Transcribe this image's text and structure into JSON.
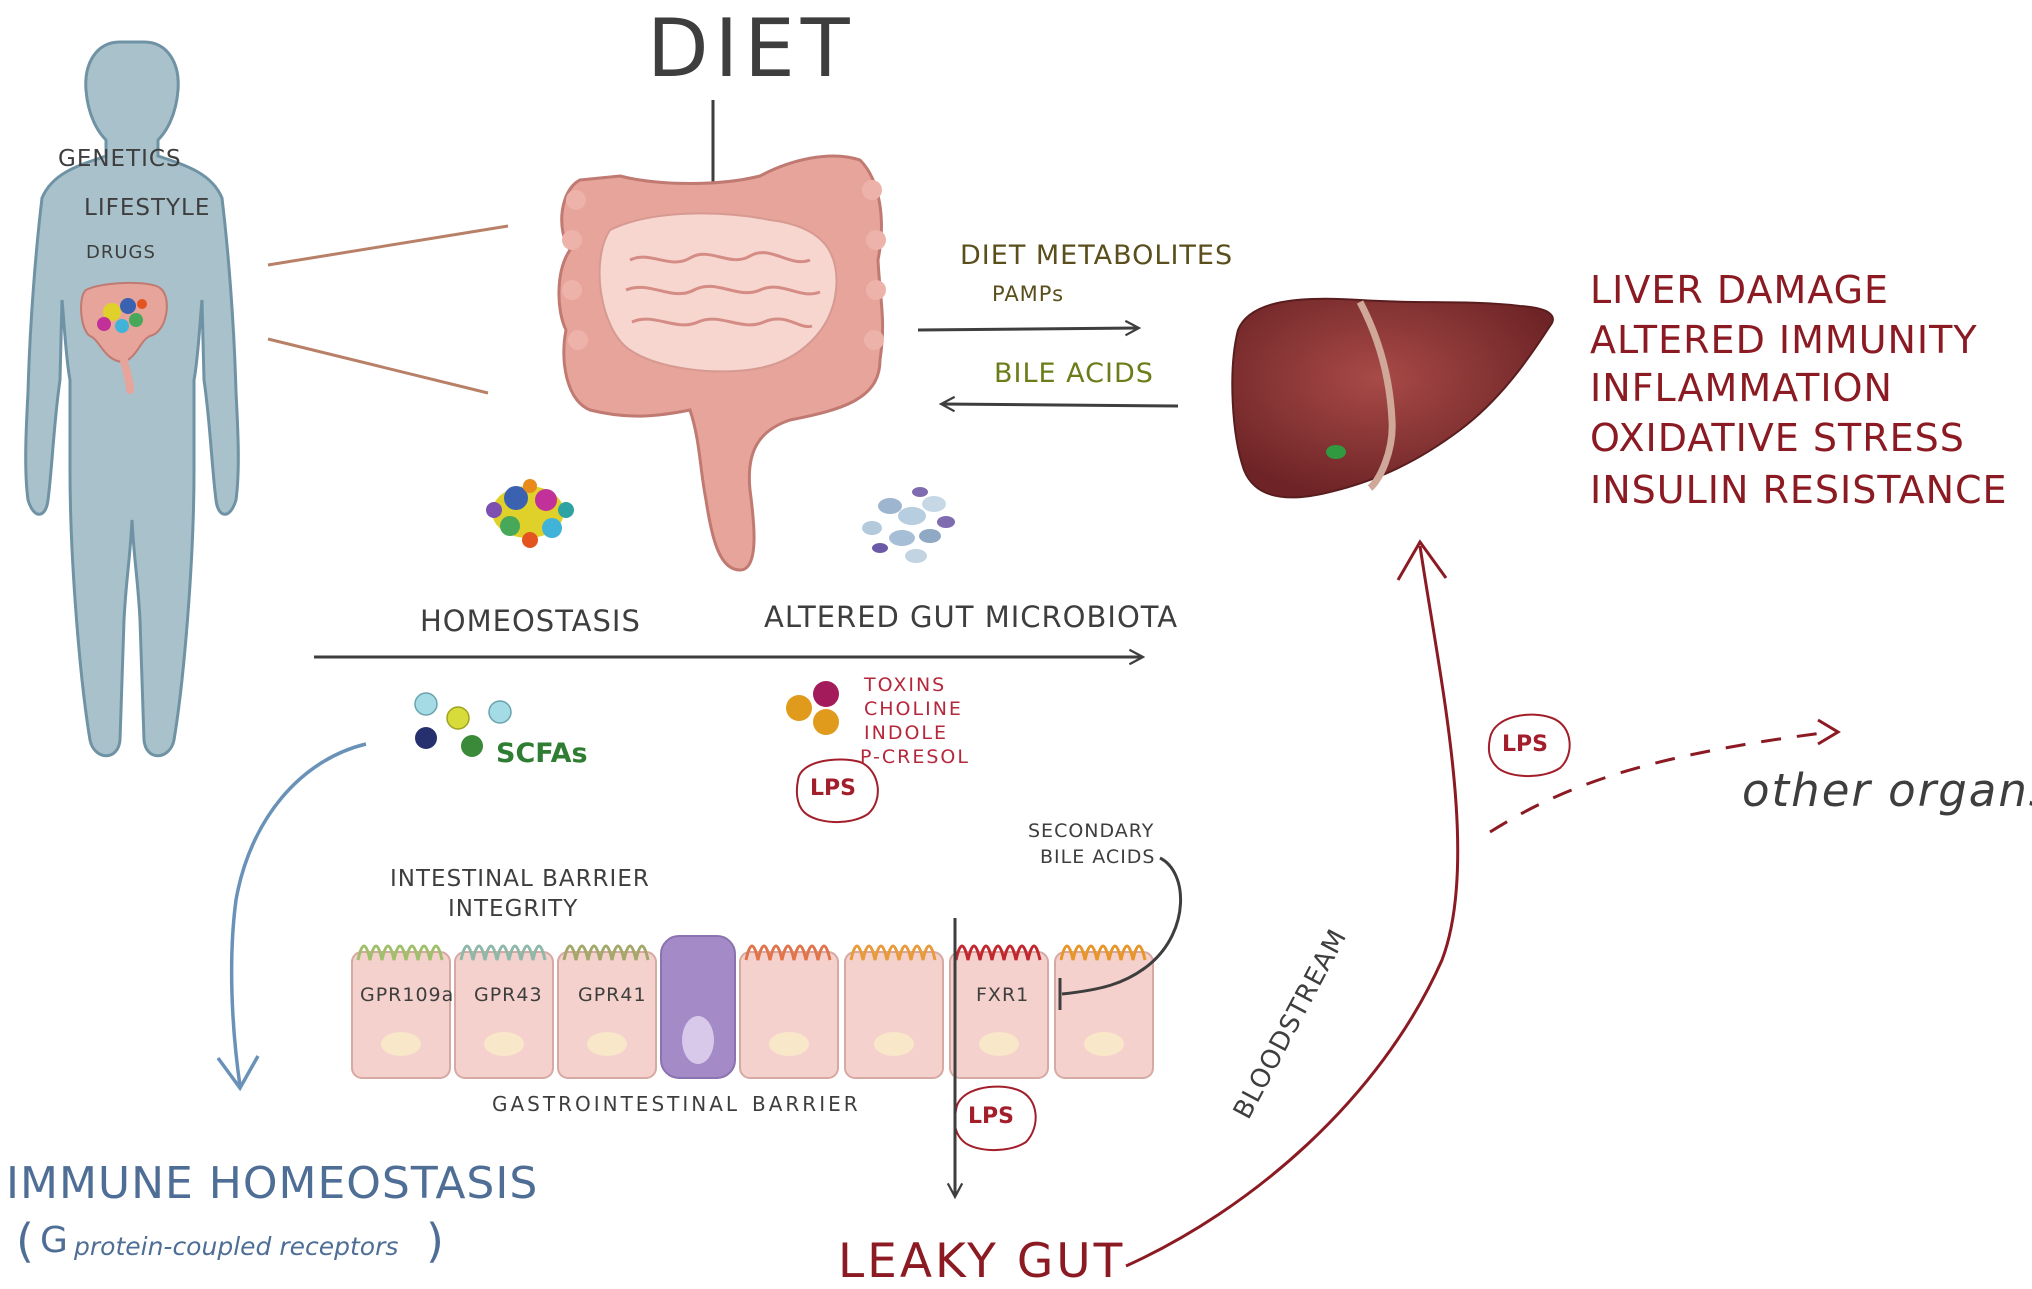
{
  "title": "DIET",
  "body_factors": [
    "GENETICS",
    "LIFESTYLE",
    "DRUGS"
  ],
  "gut_to_liver": [
    "DIET METABOLITES",
    "PAMPs"
  ],
  "liver_to_gut": "BILE ACIDS",
  "liver_effects": [
    "LIVER DAMAGE",
    "ALTERED IMMUNITY",
    "INFLAMMATION",
    "OXIDATIVE STRESS",
    "INSULIN RESISTANCE"
  ],
  "states": {
    "left": "HOMEOSTASIS",
    "right": "ALTERED GUT MICROBIOTA"
  },
  "scfas": "SCFAs",
  "metabolites": [
    "TOXINS",
    "CHOLINE",
    "INDOLE",
    "P-CRESOL"
  ],
  "lps": "LPS",
  "barrier": {
    "integrity": [
      "INTESTINAL BARRIER",
      "INTEGRITY"
    ],
    "secondary_bile": [
      "SECONDARY",
      "BILE ACIDS"
    ],
    "receptors": [
      "GPR109a",
      "GPR43",
      "GPR41",
      "FXR1"
    ],
    "gastro": "GASTROINTESTINAL",
    "barrier_word": "BARRIER"
  },
  "immune": {
    "title": "IMMUNE HOMEOSTASIS",
    "subtitle": "G protein-coupled receptors"
  },
  "leaky_gut": "LEAKY GUT",
  "bloodstream": "BLOODSTREAM",
  "other_organs": "other organs",
  "colors": {
    "skin": "#a9c1cb",
    "intestine": "#e7a49b",
    "liver": "#8b2f2f",
    "red_text": "#8b1a22",
    "blue_text": "#4f6e96",
    "scfa_green": "#2e7d32"
  }
}
